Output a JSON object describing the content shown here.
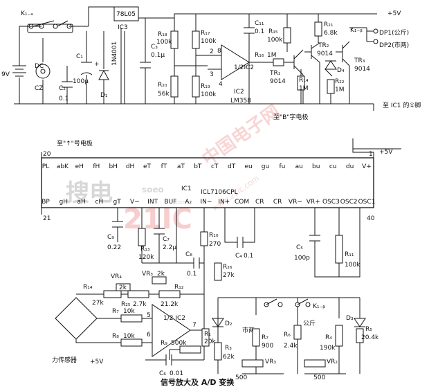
{
  "supply": {
    "plus5v_top": "+5V",
    "plus5v_ic": "+5V",
    "plus5v_bridge": "+5V",
    "battery": "9V"
  },
  "top": {
    "switch_k1": "K₁₋ₐ",
    "switch_k1b": "K₁₋ᵦ",
    "dc_jack": "DC",
    "cz": "CZ",
    "c1": "C₁",
    "c1_val": "100μ",
    "c2": "C₂",
    "c2_val": "0.1",
    "d1": "D₁",
    "diode_part": "1N4001",
    "regulator": "78L05",
    "ic3": "IC3",
    "c3": "C₃",
    "c3_val": "0.1μ",
    "r18": "R₁₈",
    "r18_val": "100k",
    "r20": "R₂₀",
    "r20_val": "56k",
    "r17": "R₁₇",
    "r17_val": "100k",
    "r19": "R₁₉",
    "r19_val": "100k",
    "op_label": "1/2IC2",
    "ic2": "IC2",
    "ic2_part": "LM358",
    "pin8": "8",
    "pin2": "2",
    "pin3": "3",
    "pin4": "4",
    "c11": "C₁₁",
    "c11_val": "0.1",
    "r16": "R₁₆",
    "r16_val": "1M",
    "r15": "R₁₅",
    "r15_val": "100k",
    "tr1": "TR₁",
    "tr1_part": "9014",
    "r21": "R₂₁",
    "r21_val": "6.8k",
    "tr2": "TR₂",
    "tr2_part": "9014",
    "tr3": "TR₃",
    "tr3_part": "9014",
    "r14": "R₁₄",
    "r14_val": "1M",
    "r22": "R₂₂",
    "r22_val": "1M",
    "d4": "D₄",
    "dp1": "DP1(公斤)",
    "dp2": "DP2(市两)",
    "to_ic1": "至 IC1 的①脚",
    "to_b": "至\"B\"字电极"
  },
  "ic1": {
    "to_arrow": "至\"↑\"号电极",
    "pins_top": [
      "PL",
      "abK",
      "eH",
      "fH",
      "bH",
      "dH",
      "eT",
      "fT",
      "aT",
      "bT",
      "cT",
      "dT",
      "eu",
      "gu",
      "fu",
      "au",
      "bu",
      "cu",
      "du",
      "V+"
    ],
    "pins_bottom": [
      "BP",
      "gH",
      "aH",
      "cH",
      "gT",
      "V−",
      "INT",
      "BUF",
      "A₂",
      "IN−",
      "IN+",
      "COM",
      "CR",
      "CR",
      "VR−",
      "VR+",
      "OSC3",
      "OSC2",
      "OSC1"
    ],
    "pin20": "20",
    "pin1": "1",
    "pin21": "21",
    "pin40": "40",
    "name": "IC1",
    "part": "ICL7106CPL"
  },
  "bottom": {
    "c9": "C₉",
    "c9_val": "0.22",
    "r13": "R₁₃",
    "r13_val": "120k",
    "c7": "C₇",
    "c7_val": "2.2μ",
    "c8": "C₈",
    "c8_val": "0.1",
    "r10": "R₁₀",
    "r10_val": "270",
    "c4": "C₄",
    "c4_val": "0.1",
    "c5": "C₅",
    "c5_val": "100p",
    "r11": "R₁₁",
    "r11_val": "100k",
    "vr4": "VR₄",
    "vr4_val": "2k",
    "vr3a": "VR₃",
    "vr3a_val": "2k",
    "r14b": "R₁₄",
    "r14b_val": "27k",
    "r12": "R₁₂",
    "r12_val": "21.2k",
    "r25": "R₂₅",
    "r25_val": "2.7k",
    "r7": "R₇",
    "r7_val": "10k",
    "r8": "R₈",
    "r8_val": "10k",
    "r9": "R₉",
    "r9_val": "500k",
    "c6": "C₆",
    "c6_val": "0.01",
    "op_label": "1/2 IC2",
    "p5": "5",
    "p6": "6",
    "p7": "7",
    "r1": "R₁",
    "r1_val": "20k",
    "r26": "R₂₆",
    "r26_val": "27k",
    "d2": "D₂",
    "r3": "R₃",
    "r3_val": "62k",
    "shiliang": "市两",
    "gongjin": "公斤",
    "r7b": "R₇",
    "r7b_val": "900",
    "r6": "R₆",
    "r6_val": "2.4k",
    "r4": "R₄",
    "r4_val": "190k",
    "d3": "D₃",
    "r5": "R₅",
    "r5_val": "20.4k",
    "vr3": "VR₃",
    "vr3_val": "500",
    "vr2": "VR₂",
    "vr2_val": "500",
    "k1b": "K₁₋ᵦ",
    "sensor": "力传感器",
    "caption": "信号放大及 A/D 变换"
  },
  "watermark": {
    "logo": "搜电",
    "site": "soeo",
    "domain": ".com",
    "digits": "21IC",
    "brand": "中国电子网",
    "url": "www.21ic.com"
  }
}
